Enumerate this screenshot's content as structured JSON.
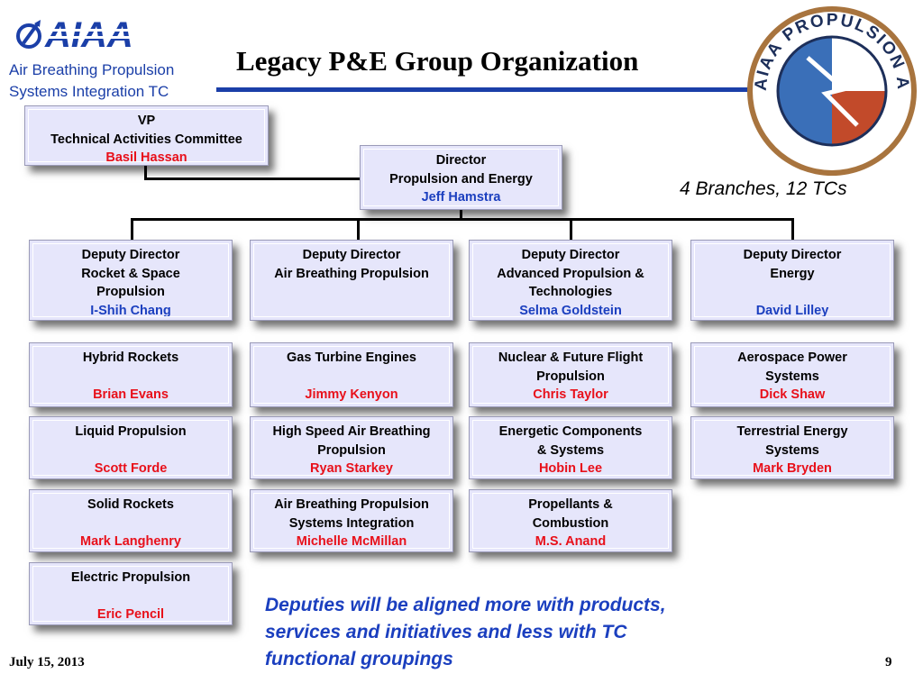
{
  "header": {
    "logo_text": "AIAA",
    "org_line1": "Air Breathing Propulsion",
    "org_line2": "Systems Integration TC",
    "title": "Legacy P&E Group Organization",
    "emblem_text": "AIAA PROPULSION AND ENERGY GROUP",
    "branches_note": "4 Branches, 12 TCs"
  },
  "vp": {
    "role": "VP",
    "committee": "Technical Activities Committee",
    "name": "Basil Hassan"
  },
  "director": {
    "role": "Director",
    "group": "Propulsion and Energy",
    "name": "Jeff Hamstra"
  },
  "deputies": [
    {
      "role": "Deputy Director",
      "line1": "Rocket & Space",
      "line2": "Propulsion",
      "name": "I-Shih Chang"
    },
    {
      "role": "Deputy Director",
      "line1": "Air Breathing Propulsion",
      "line2": "",
      "name": ""
    },
    {
      "role": "Deputy Director",
      "line1": "Advanced Propulsion &",
      "line2": "Technologies",
      "name": "Selma Goldstein"
    },
    {
      "role": "Deputy Director",
      "line1": "Energy",
      "line2": "",
      "name": "David Lilley"
    }
  ],
  "tcs": {
    "col1": [
      {
        "line1": "Hybrid Rockets",
        "line2": "",
        "name": "Brian Evans"
      },
      {
        "line1": "Liquid Propulsion",
        "line2": "",
        "name": "Scott Forde"
      },
      {
        "line1": "Solid Rockets",
        "line2": "",
        "name": "Mark Langhenry"
      },
      {
        "line1": "Electric Propulsion",
        "line2": "",
        "name": "Eric Pencil"
      }
    ],
    "col2": [
      {
        "line1": "Gas Turbine Engines",
        "line2": "",
        "name": "Jimmy Kenyon"
      },
      {
        "line1": "High Speed Air Breathing",
        "line2": "Propulsion",
        "name": "Ryan Starkey"
      },
      {
        "line1": "Air Breathing Propulsion",
        "line2": "Systems Integration",
        "name": "Michelle McMillan"
      }
    ],
    "col3": [
      {
        "line1": "Nuclear & Future Flight",
        "line2": "Propulsion",
        "name": "Chris Taylor"
      },
      {
        "line1": "Energetic Components",
        "line2": "& Systems",
        "name": "Hobin Lee"
      },
      {
        "line1": "Propellants &",
        "line2": "Combustion",
        "name": "M.S. Anand"
      }
    ],
    "col4": [
      {
        "line1": "Aerospace Power",
        "line2": "Systems",
        "name": "Dick Shaw"
      },
      {
        "line1": "Terrestrial Energy",
        "line2": "Systems",
        "name": "Mark Bryden"
      }
    ]
  },
  "deputies_note": "Deputies will be aligned more with products, services and initiatives and less with TC functional groupings",
  "footer": {
    "date": "July 15, 2013",
    "page": "9"
  },
  "colors": {
    "brand_blue": "#1b3fa8",
    "name_red": "#e8101a",
    "name_blue": "#1b3fbf",
    "box_fill": "#e6e6fb"
  }
}
